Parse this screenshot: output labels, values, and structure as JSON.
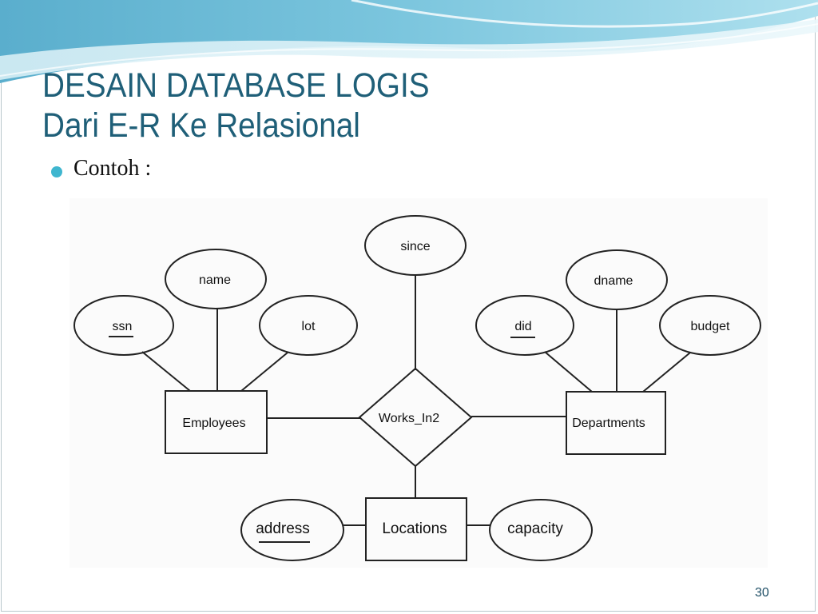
{
  "slide": {
    "title_line1": "DESAIN DATABASE LOGIS",
    "title_line2": "Dari E-R Ke Relasional",
    "bullet": "Contoh :",
    "page_number": "30"
  },
  "diagram": {
    "entities": {
      "employees": "Employees",
      "departments": "Departments",
      "locations": "Locations"
    },
    "relationship": "Works_In2",
    "attributes": {
      "ssn": "ssn",
      "name": "name",
      "lot": "lot",
      "since": "since",
      "did": "did",
      "dname": "dname",
      "budget": "budget",
      "address": "address",
      "capacity": "capacity"
    },
    "key_attributes": [
      "ssn",
      "did",
      "address"
    ]
  },
  "colors": {
    "title": "#1f5f78",
    "bullet": "#3fb6cf",
    "wave_dark": "#4a9fc0",
    "wave_light": "#bfe5f0"
  }
}
